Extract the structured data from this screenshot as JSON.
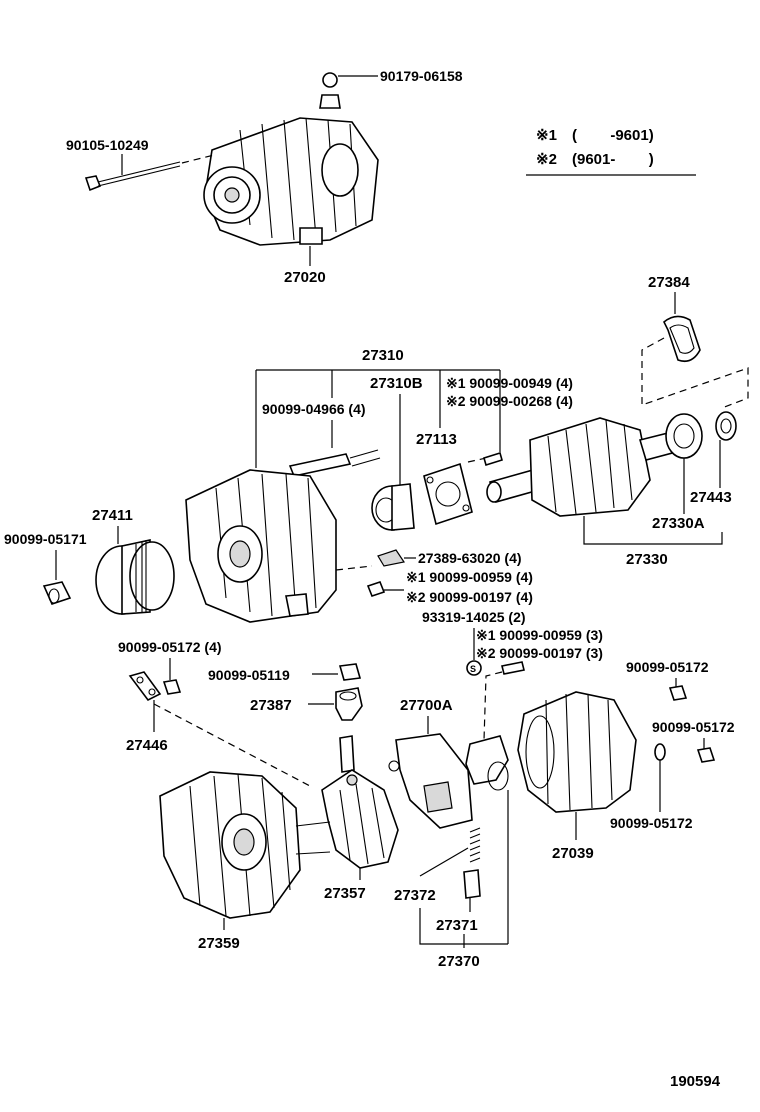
{
  "diagram": {
    "legend": {
      "note1_mark": "※1",
      "note1_range": "(        -9601)",
      "note2_mark": "※2",
      "note2_range": "(9601-        )"
    },
    "labels": {
      "p90179_06158": "90179-06158",
      "p90105_10249": "90105-10249",
      "p27020": "27020",
      "p27384": "27384",
      "p27310": "27310",
      "p27310B": "27310B",
      "p90099_04966": "90099-04966 (4)",
      "p27113": "27113",
      "p_n1_90099_00949": "※1 90099-00949 (4)",
      "p_n2_90099_00268": "※2 90099-00268 (4)",
      "p27443": "27443",
      "p27330A": "27330A",
      "p27330": "27330",
      "p27411": "27411",
      "p90099_05171": "90099-05171",
      "p27389_63020": "27389-63020 (4)",
      "p_n1_90099_00959_a": "※1 90099-00959 (4)",
      "p_n2_90099_00197_a": "※2 90099-00197 (4)",
      "p93319_14025": "93319-14025 (2)",
      "p_n1_90099_00959_b": "※1 90099-00959 (3)",
      "p_n2_90099_00197_b": "※2 90099-00197 (3)",
      "p90099_05172_4": "90099-05172 (4)",
      "p90099_05119": "90099-05119",
      "p27387": "27387",
      "p27446": "27446",
      "p27700A": "27700A",
      "p90099_05172_r1": "90099-05172",
      "p90099_05172_r2": "90099-05172",
      "p90099_05172_r3": "90099-05172",
      "p27039": "27039",
      "p27357": "27357",
      "p27372": "27372",
      "p27371": "27371",
      "p27370": "27370",
      "p27359": "27359",
      "drawing_number": "190594"
    }
  }
}
